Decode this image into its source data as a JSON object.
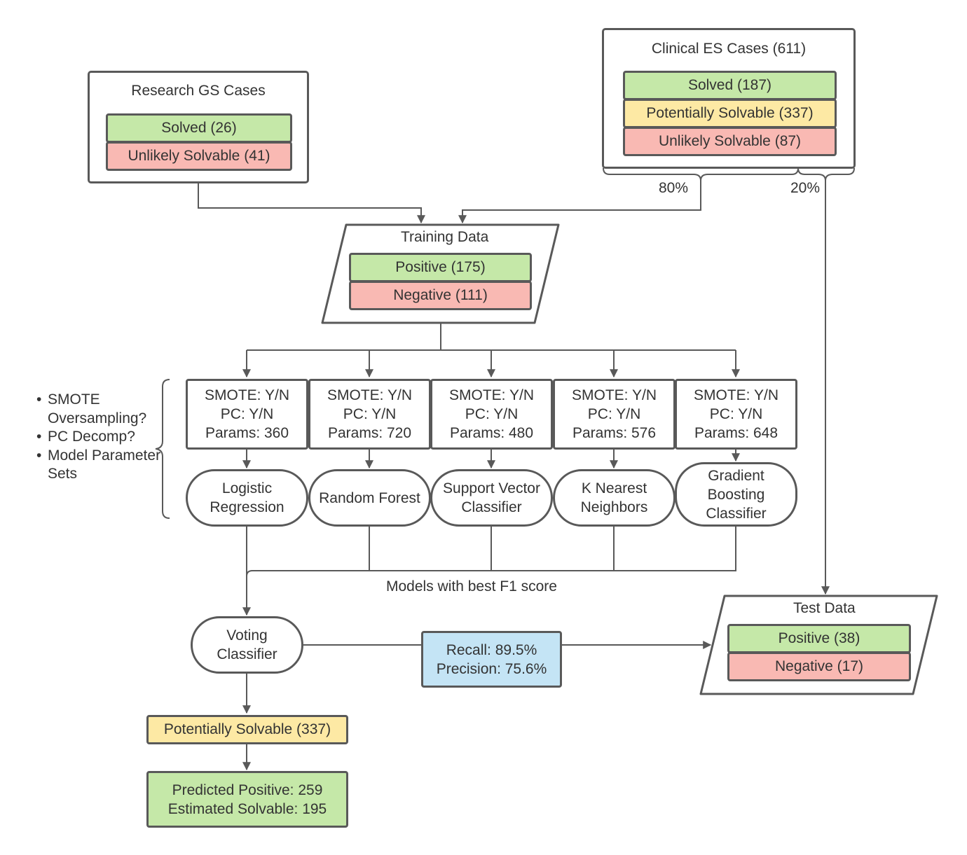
{
  "research": {
    "title": "Research GS Cases",
    "solved": "Solved (26)",
    "unlikely": "Unlikely Solvable (41)"
  },
  "clinical": {
    "title": "Clinical ES Cases (611)",
    "solved": "Solved (187)",
    "potential": "Potentially Solvable (337)",
    "unlikely": "Unlikely Solvable (87)",
    "split_train": "80%",
    "split_test": "20%"
  },
  "training": {
    "title": "Training Data",
    "positive": "Positive (175)",
    "negative": "Negative (111)"
  },
  "bullets": [
    "SMOTE Oversampling?",
    "PC Decomp?",
    "Model Parameter Sets"
  ],
  "models": [
    {
      "smote": "SMOTE: Y/N",
      "pc": "PC: Y/N",
      "params": "Params: 360",
      "name_line1": "Logistic",
      "name_line2": "Regression",
      "name_line3": ""
    },
    {
      "smote": "SMOTE: Y/N",
      "pc": "PC: Y/N",
      "params": "Params: 720",
      "name_line1": "Random Forest",
      "name_line2": "",
      "name_line3": ""
    },
    {
      "smote": "SMOTE: Y/N",
      "pc": "PC: Y/N",
      "params": "Params: 480",
      "name_line1": "Support Vector",
      "name_line2": "Classifier",
      "name_line3": ""
    },
    {
      "smote": "SMOTE: Y/N",
      "pc": "PC: Y/N",
      "params": "Params: 576",
      "name_line1": "K Nearest",
      "name_line2": "Neighbors",
      "name_line3": ""
    },
    {
      "smote": "SMOTE: Y/N",
      "pc": "PC: Y/N",
      "params": "Params: 648",
      "name_line1": "Gradient",
      "name_line2": "Boosting",
      "name_line3": "Classifier"
    }
  ],
  "best_f1_label": "Models with best F1 score",
  "voting": {
    "line1": "Voting",
    "line2": "Classifier"
  },
  "metrics": {
    "recall": "Recall: 89.5%",
    "precision": "Precision: 75.6%"
  },
  "test": {
    "title": "Test Data",
    "positive": "Positive (38)",
    "negative": "Negative (17)"
  },
  "potentially_solvable": "Potentially Solvable (337)",
  "prediction": {
    "predicted": "Predicted Positive: 259",
    "estimated": "Estimated Solvable: 195"
  },
  "colors": {
    "line": "#595959",
    "green": "#c5e8a8",
    "red": "#f9b9b3",
    "yellow": "#fde9a4",
    "blue": "#c4e4f5"
  }
}
